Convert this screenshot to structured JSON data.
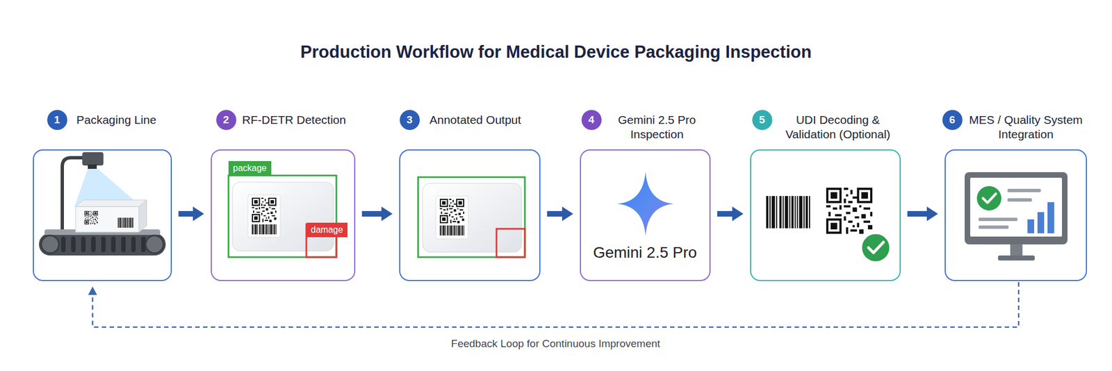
{
  "diagram": {
    "title": "Production Workflow for Medical Device Packaging Inspection",
    "nodes": [
      {
        "text": [
          "1",
          "Packaging Line"
        ]
      },
      {
        "text": [
          "2",
          "RF-DETR Detection"
        ]
      },
      {
        "text": [
          "3",
          "Annotated Output"
        ]
      },
      {
        "text": [
          "4",
          "Gemini 2.5 Pro Inspection",
          "Gemini 2.5 Pro"
        ]
      },
      {
        "text": [
          "5",
          "UDI Decoding & Validation (Optional)"
        ]
      },
      {
        "text": [
          "6",
          "MES / Quality System Integration"
        ]
      }
    ],
    "edges": [
      {
        "from": 0,
        "to": 1,
        "arrow": "to"
      },
      {
        "from": 1,
        "to": 2,
        "arrow": "to"
      },
      {
        "from": 2,
        "to": 3,
        "arrow": "to"
      },
      {
        "from": 3,
        "to": 4,
        "arrow": "to"
      },
      {
        "from": 4,
        "to": 5,
        "arrow": "to"
      },
      {
        "from": 5,
        "to": 0,
        "label": "Feedback Loop for Continuous Improvement",
        "arrow": "to"
      }
    ],
    "labels": [
      "package",
      "damage"
    ]
  }
}
